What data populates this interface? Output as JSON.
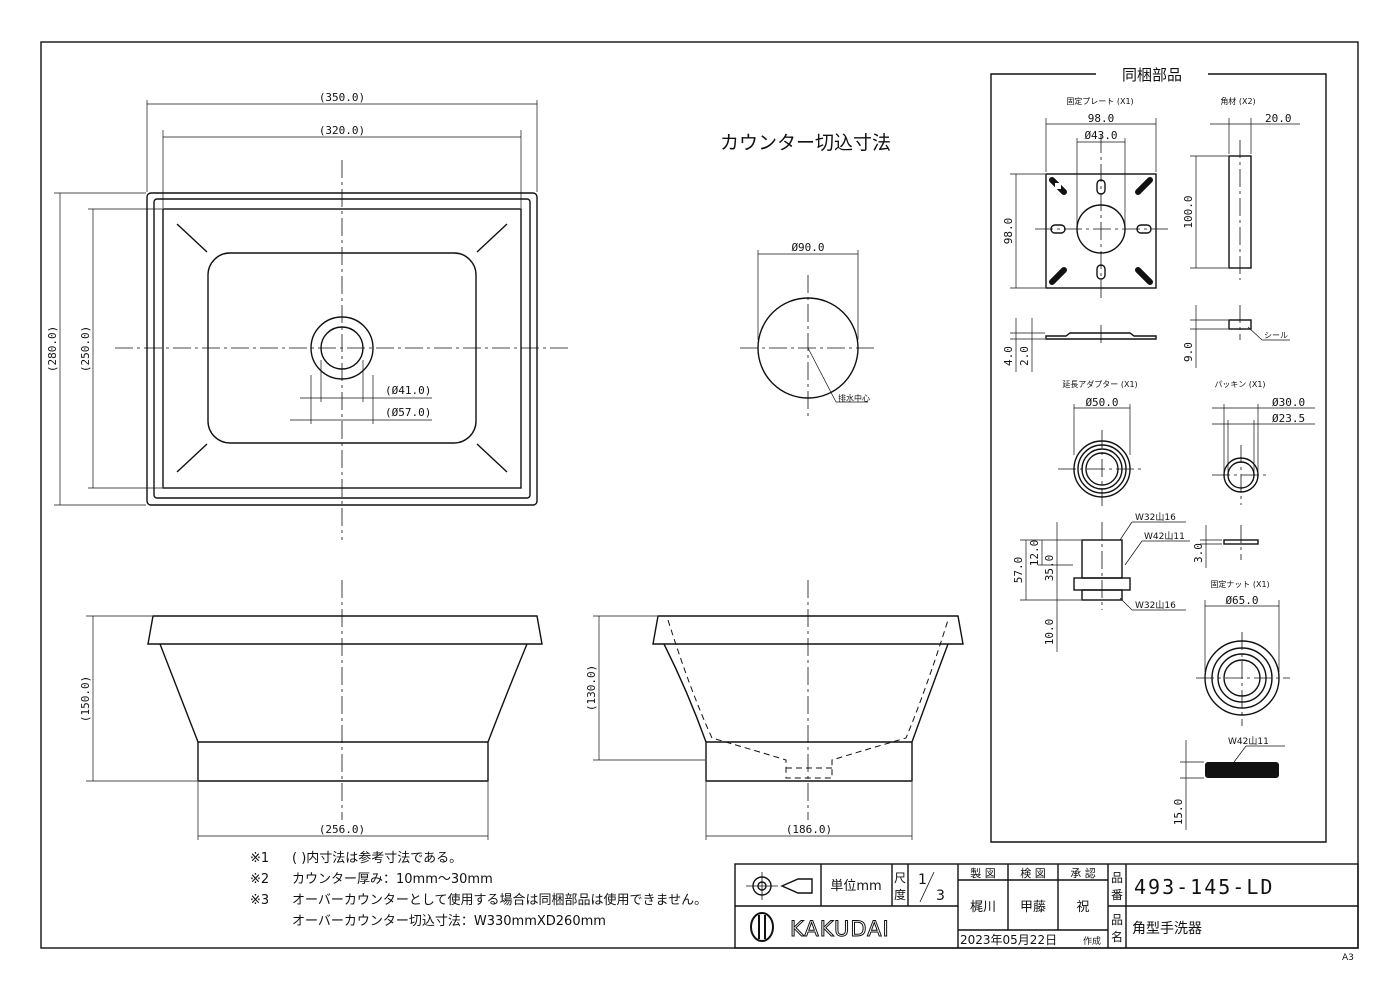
{
  "views": {
    "top": {
      "dims": {
        "overall_width": "(350.0)",
        "inner_width": "(320.0)",
        "overall_depth": "(280.0)",
        "inner_depth": "(250.0)",
        "drain_inner": "(Ø41.0)",
        "drain_outer": "(Ø57.0)"
      }
    },
    "front": {
      "dims": {
        "height": "(150.0)",
        "base_width": "(256.0)"
      }
    },
    "side": {
      "dims": {
        "height": "(130.0)",
        "base_width": "(186.0)"
      }
    },
    "cutout": {
      "title": "カウンター切込寸法",
      "diameter": "Ø90.0",
      "drain_center": "排水中心"
    }
  },
  "parts": {
    "title": "同梱部品",
    "plate": {
      "label": "固定プレート (X1)",
      "width": "98.0",
      "hole": "Ø43.0",
      "height": "98.0",
      "t1": "4.0",
      "t2": "2.0"
    },
    "block": {
      "label": "角材 (X2)",
      "width": "20.0",
      "height": "100.0",
      "t": "9.0",
      "seal": "シール"
    },
    "adapter": {
      "label": "延長アダプター (X1)",
      "dia": "Ø50.0",
      "thread_top": "W32山16",
      "thread_mid": "W42山11",
      "thread_bot": "W32山16",
      "h_total": "57.0",
      "h_a": "12.0",
      "h_b": "35.0",
      "h_c": "10.0"
    },
    "packing": {
      "label": "パッキン (X1)",
      "outer": "Ø30.0",
      "inner": "Ø23.5",
      "t": "3.0"
    },
    "nut": {
      "label": "固定ナット (X1)",
      "dia": "Ø65.0",
      "thread": "W42山11",
      "h": "15.0"
    }
  },
  "notes": [
    {
      "mark": "※1",
      "text": "(  )内寸法は参考寸法である。"
    },
    {
      "mark": "※2",
      "text": "カウンター厚み：10mm〜30mm"
    },
    {
      "mark": "※3",
      "text": "オーバーカウンターとして使用する場合は同梱部品は使用できません。"
    },
    {
      "mark": "",
      "text": "オーバーカウンター切込寸法：W330mmXD260mm"
    }
  ],
  "title_block": {
    "unit_label": "単位mm",
    "scale_label_1": "尺",
    "scale_label_2": "度",
    "scale_num": "1",
    "scale_den": "3",
    "hdr_draw": "製 図",
    "hdr_check": "検 図",
    "hdr_approve": "承 認",
    "drawn_by": "梶川",
    "checked_by": "甲藤",
    "approved_by": "祝",
    "date": "2023年05月22日",
    "date_suffix": "作成",
    "part_no_label_1": "品",
    "part_no_label_2": "番",
    "part_no": "493-145-LD",
    "name_label_1": "品",
    "name_label_2": "名",
    "name": "角型手洗器",
    "brand": "KAKUDAI"
  },
  "sheet_size": "A3"
}
